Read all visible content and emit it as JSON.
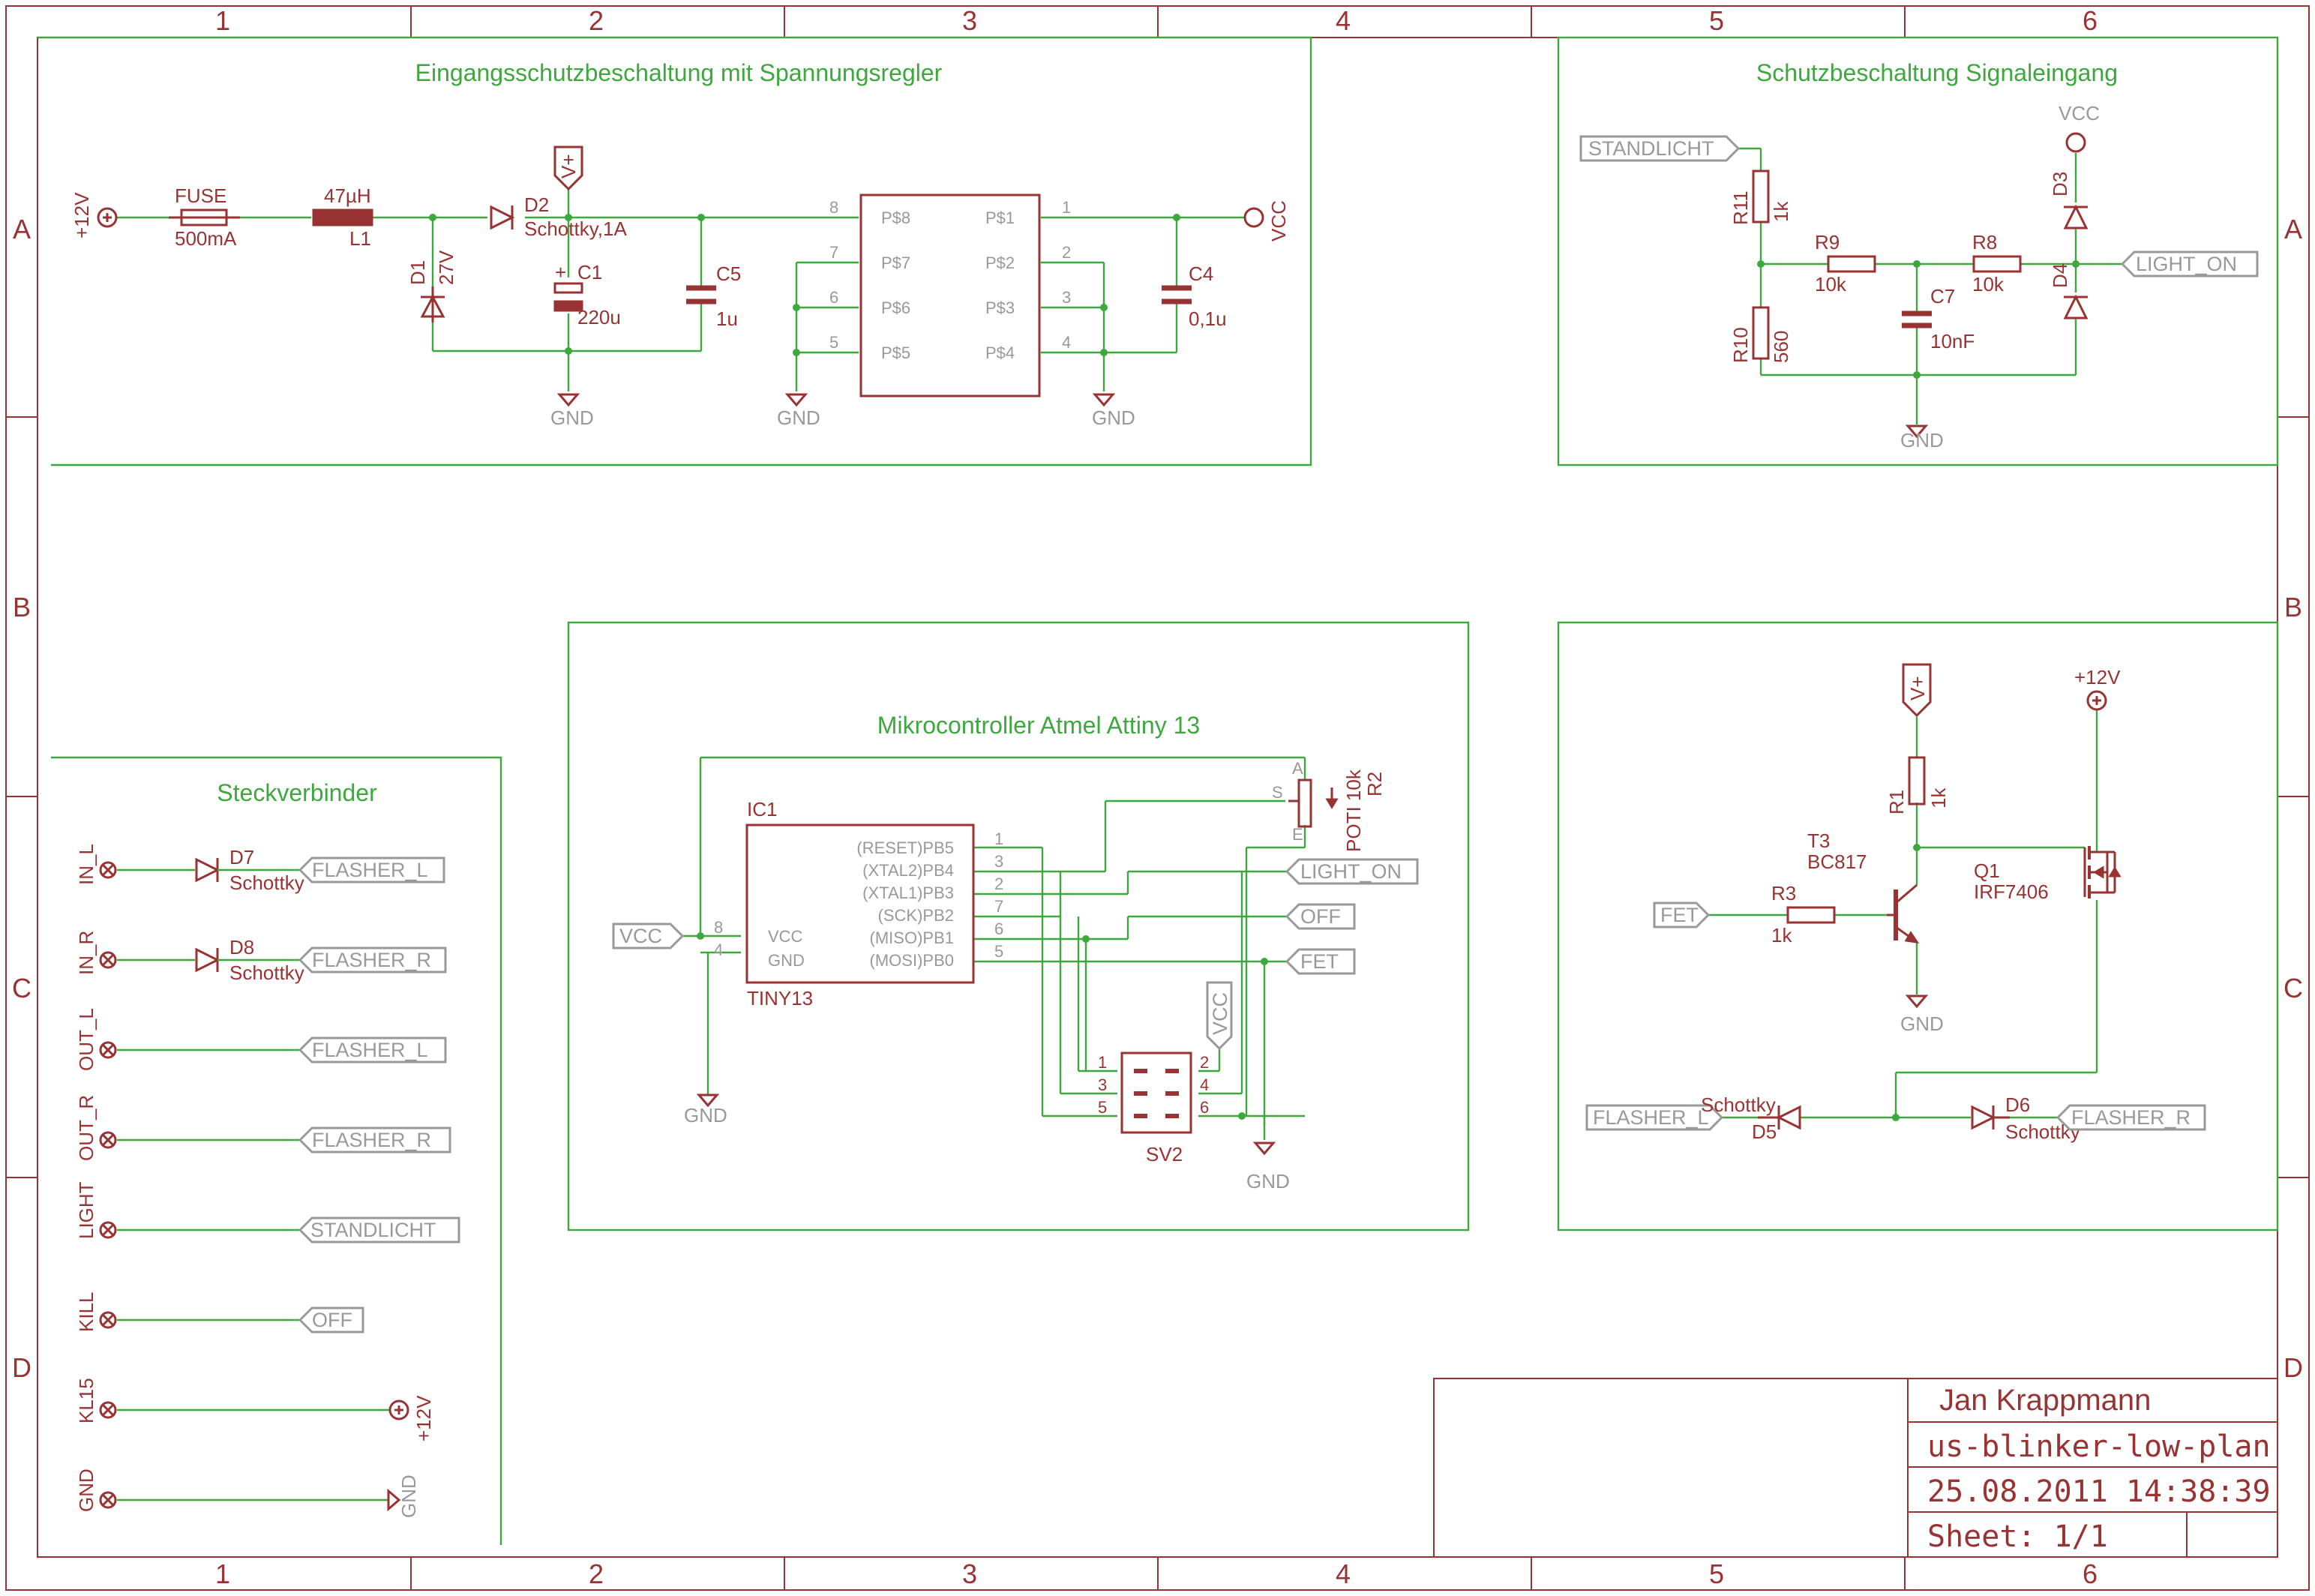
{
  "sections": {
    "input": "Eingangsschutzbeschaltung mit Spannungsregler",
    "signal": "Schutzbeschaltung Signaleingang",
    "mcu": "Mikrocontroller Atmel Attiny 13",
    "connectors": "Steckverbinder"
  },
  "grid": {
    "cols": [
      "1",
      "2",
      "3",
      "4",
      "5",
      "6"
    ],
    "rows": [
      "A",
      "B",
      "C",
      "D"
    ]
  },
  "input_section": {
    "supply": "+12V",
    "fuse_name": "FUSE",
    "fuse_value": "500mA",
    "inductor_value": "47µH",
    "inductor_name": "L1",
    "d1_name": "D1",
    "d1_value": "27V",
    "d2_name": "D2",
    "d2_value": "Schottky,1A",
    "vplus": "V+",
    "c1_name": "C1",
    "c1_value": "220u",
    "c1_plus": "+",
    "c5_name": "C5",
    "c5_value": "1u",
    "c4_name": "C4",
    "c4_value": "0,1u",
    "vcc": "VCC",
    "gnd": "GND",
    "regulator_pins_left": [
      "P$8",
      "P$7",
      "P$6",
      "P$5"
    ],
    "regulator_pins_right": [
      "P$1",
      "P$2",
      "P$3",
      "P$4"
    ],
    "pin_nums_left": [
      "8",
      "7",
      "6",
      "5"
    ],
    "pin_nums_right": [
      "1",
      "2",
      "3",
      "4"
    ]
  },
  "signal_section": {
    "standlicht": "STANDLICHT",
    "vcc": "VCC",
    "light_on": "LIGHT_ON",
    "r11_name": "R11",
    "r11_value": "1k",
    "r9_name": "R9",
    "r9_value": "10k",
    "r8_name": "R8",
    "r8_value": "10k",
    "r10_name": "R10",
    "r10_value": "560",
    "c7_name": "C7",
    "c7_value": "10nF",
    "d3_name": "D3",
    "d4_name": "D4",
    "gnd": "GND"
  },
  "mcu_section": {
    "ic_name": "IC1",
    "ic_type": "TINY13",
    "left_pins": [
      "VCC",
      "GND"
    ],
    "left_nums": [
      "8",
      "4"
    ],
    "right_pins": [
      "(RESET)PB5",
      "(XTAL2)PB4",
      "(XTAL1)PB3",
      "(SCK)PB2",
      "(MISO)PB1",
      "(MOSI)PB0"
    ],
    "right_nums": [
      "1",
      "3",
      "2",
      "7",
      "6",
      "5"
    ],
    "vcc_label": "VCC",
    "out_labels": [
      "LIGHT_ON",
      "OFF",
      "FET"
    ],
    "pot_name": "R2",
    "pot_value": "POTI 10k",
    "pot_pins": [
      "A",
      "S",
      "E"
    ],
    "sv2_name": "SV2",
    "sv2_pins": [
      "1",
      "2",
      "3",
      "4",
      "5",
      "6"
    ],
    "vcc_tag": "VCC",
    "gnd": "GND"
  },
  "fet_section": {
    "vplus": "V+",
    "supply": "+12V",
    "r1_name": "R1",
    "r1_value": "1k",
    "t3_name": "T3",
    "t3_value": "BC817",
    "q1_name": "Q1",
    "q1_value": "IRF7406",
    "fet_label": "FET",
    "r3_name": "R3",
    "r3_value": "1k",
    "gnd": "GND",
    "flasher_l": "FLASHER_L",
    "flasher_r": "FLASHER_R",
    "d5_name": "D5",
    "d5_value": "Schottky",
    "d6_name": "D6",
    "d6_value": "Schottky"
  },
  "connectors": {
    "pins": [
      {
        "name": "IN_L",
        "label": "FLASHER_L",
        "diode": "D7",
        "diode_value": "Schottky"
      },
      {
        "name": "IN_R",
        "label": "FLASHER_R",
        "diode": "D8",
        "diode_value": "Schottky"
      },
      {
        "name": "OUT_L",
        "label": "FLASHER_L"
      },
      {
        "name": "OUT_R",
        "label": "FLASHER_R"
      },
      {
        "name": "LIGHT",
        "label": "STANDLICHT"
      },
      {
        "name": "KILL",
        "label": "OFF"
      },
      {
        "name": "KL15",
        "label": "+12V"
      },
      {
        "name": "GND",
        "label": "GND"
      }
    ]
  },
  "title_block": {
    "author": "Jan Krappmann",
    "filename": "us-blinker-low-plan",
    "date": "25.08.2011 14:38:39",
    "sheet": "Sheet: 1/1"
  },
  "colors": {
    "component": "#993333",
    "net": "#3da83d",
    "label": "#999999"
  }
}
